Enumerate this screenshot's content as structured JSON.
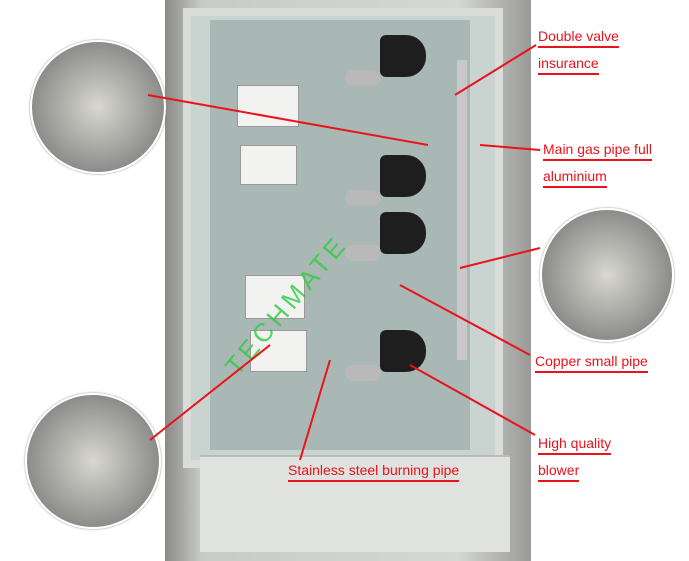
{
  "labels": {
    "double_valve": "Double valve",
    "insurance": "insurance",
    "main_gas": "Main gas pipe full",
    "aluminium": "aluminium",
    "copper": "Copper small pipe",
    "high_quality": "High quality",
    "blower": "blower",
    "stainless": "Stainless steel burning pipe"
  },
  "watermark": "TECHMATE",
  "colors": {
    "annotation": "#e8131b",
    "watermark": "#2ecc40"
  }
}
